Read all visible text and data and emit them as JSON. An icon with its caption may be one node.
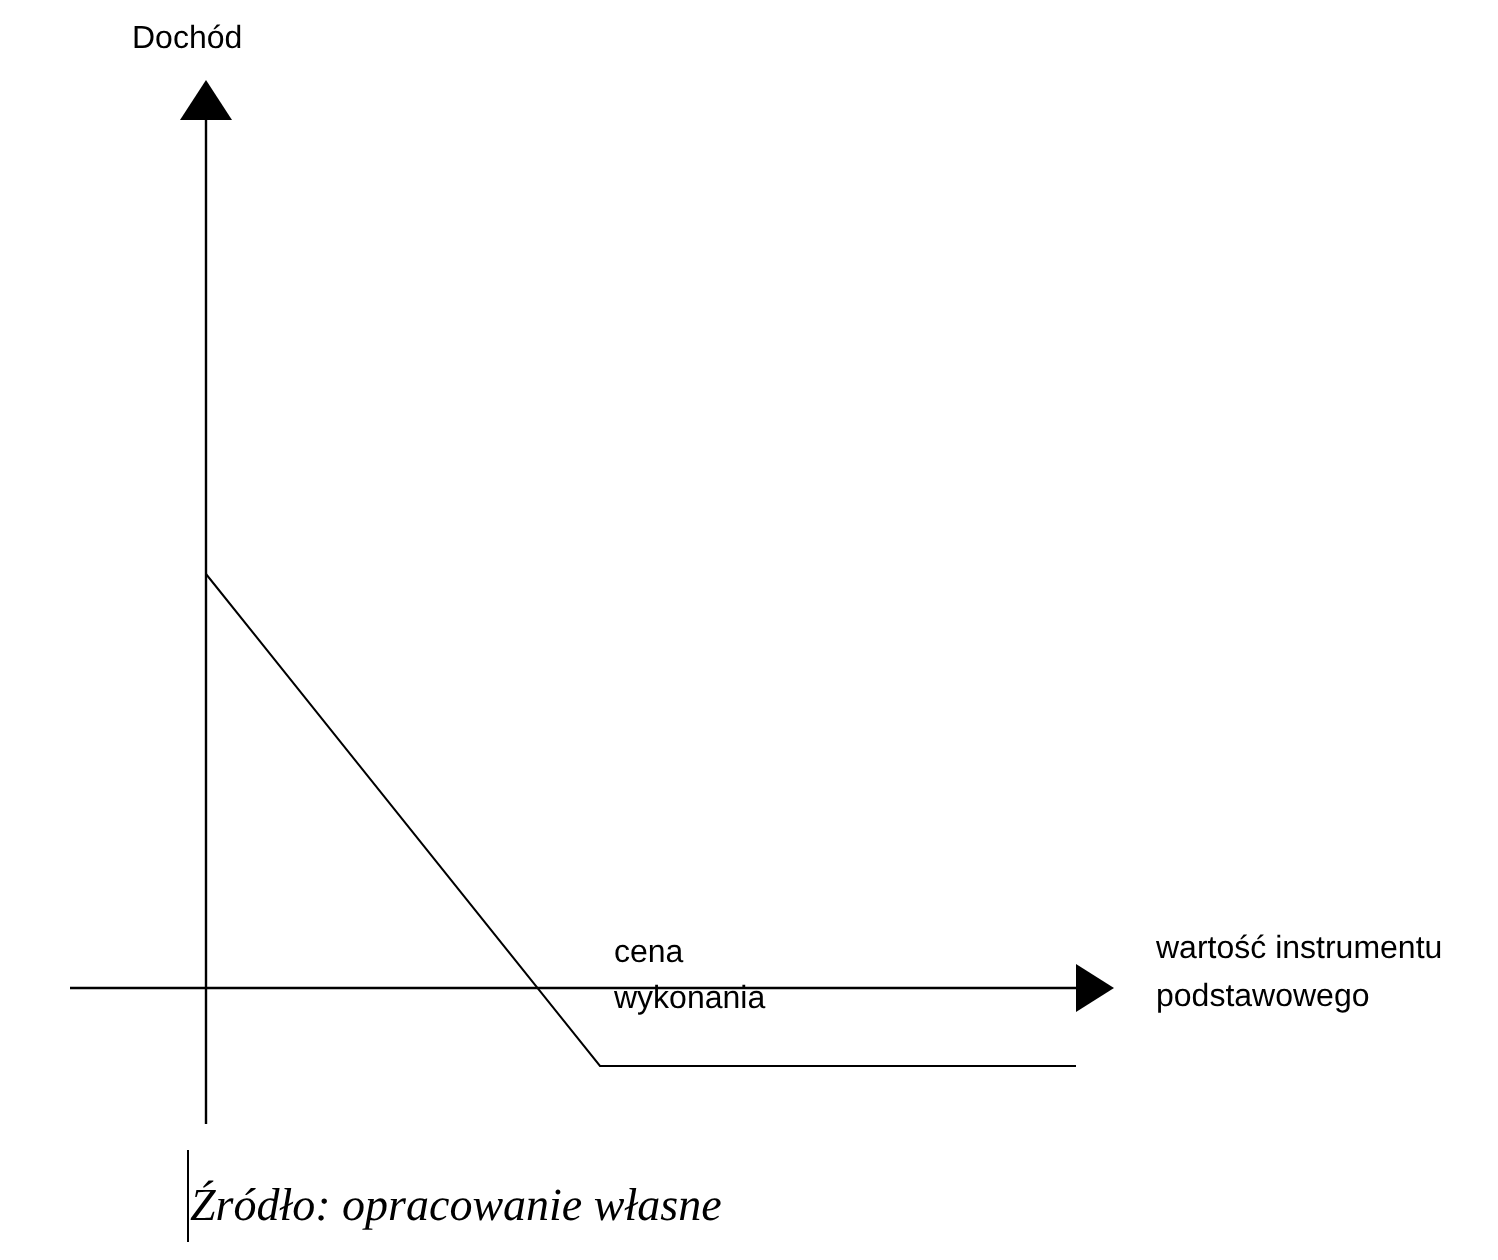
{
  "diagram": {
    "labels": [
      "Dochód",
      "cena wykonania",
      "wartość instrumentu podstawowego"
    ],
    "caption": "Źródło: opracowanie własne"
  }
}
